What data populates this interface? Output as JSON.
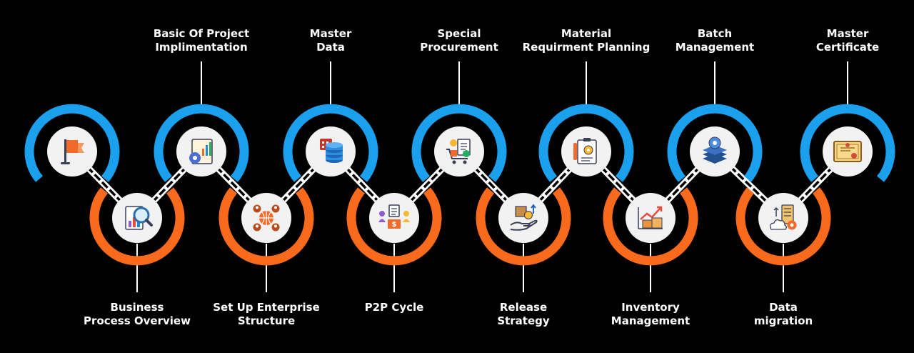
{
  "roadmap": {
    "colors": {
      "top_ring": "#1aa0ec",
      "bottom_ring": "#fa6a1c",
      "background": "#000000",
      "circle": "#f2f2f2",
      "connector": "#ffffff",
      "label": "#ffffff"
    },
    "steps": [
      {
        "icon": "flag-icon",
        "title_lines": []
      },
      {
        "icon": "chart-magnifier-icon",
        "title_lines": [
          "Business",
          "Process Overview"
        ]
      },
      {
        "icon": "document-gear-icon",
        "title_lines": [
          "Basic Of Project",
          "Implimentation"
        ]
      },
      {
        "icon": "globe-network-icon",
        "title_lines": [
          "Set Up Enterprise",
          "Structure"
        ]
      },
      {
        "icon": "database-icon",
        "title_lines": [
          "Master",
          "Data"
        ]
      },
      {
        "icon": "p2p-people-icon",
        "title_lines": [
          "P2P Cycle"
        ]
      },
      {
        "icon": "cart-invoice-icon",
        "title_lines": [
          "Special",
          "Procurement"
        ]
      },
      {
        "icon": "hand-box-icon",
        "title_lines": [
          "Release",
          "Strategy"
        ]
      },
      {
        "icon": "clipboard-gear-icon",
        "title_lines": [
          "Material",
          "Requirment Planning"
        ]
      },
      {
        "icon": "inventory-chart-icon",
        "title_lines": [
          "Inventory",
          "Management"
        ]
      },
      {
        "icon": "layers-gear-icon",
        "title_lines": [
          "Batch",
          "Management"
        ]
      },
      {
        "icon": "cloud-server-icon",
        "title_lines": [
          "Data",
          "migration"
        ]
      },
      {
        "icon": "certificate-icon",
        "title_lines": [
          "Master",
          "Certificate"
        ]
      }
    ]
  }
}
